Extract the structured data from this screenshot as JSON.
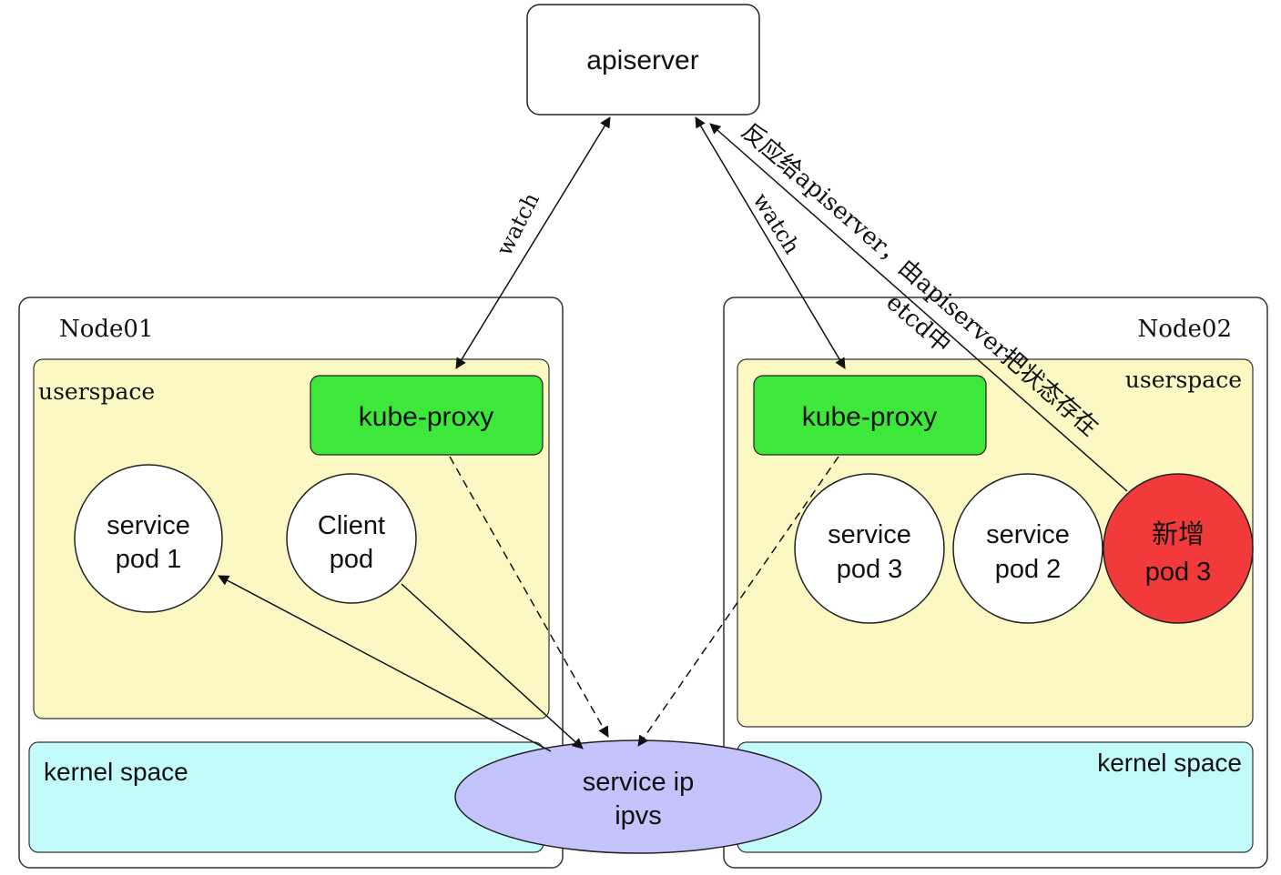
{
  "apiserver": {
    "label": "apiserver"
  },
  "node01": {
    "title": "Node01",
    "userspace_label": "userspace",
    "kernel_label": "kernel space",
    "kube_proxy_label": "kube-proxy",
    "pods": [
      {
        "lines": [
          "service",
          "pod 1"
        ]
      },
      {
        "lines": [
          "Client",
          "pod"
        ]
      }
    ]
  },
  "node02": {
    "title": "Node02",
    "userspace_label": "userspace",
    "kernel_label": "kernel space",
    "kube_proxy_label": "kube-proxy",
    "pods": [
      {
        "lines": [
          "service",
          "pod 3"
        ]
      },
      {
        "lines": [
          "service",
          "pod 2"
        ]
      },
      {
        "lines": [
          "新增",
          "pod 3"
        ],
        "color": "#f33a3a"
      }
    ]
  },
  "service_ip": {
    "lines": [
      "service ip",
      "ipvs"
    ]
  },
  "edge_labels": {
    "watch_left": "watch",
    "watch_right": "watch",
    "report_line1": "反应给apiserver，由apiserver把状态存在",
    "report_line2": "etcd中"
  },
  "colors": {
    "userspace": "#fbf8c4",
    "kernel": "#c3fbfb",
    "kube_proxy": "#3ee83b",
    "service_ip": "#c4c3fb",
    "new_pod": "#f33a3a"
  }
}
